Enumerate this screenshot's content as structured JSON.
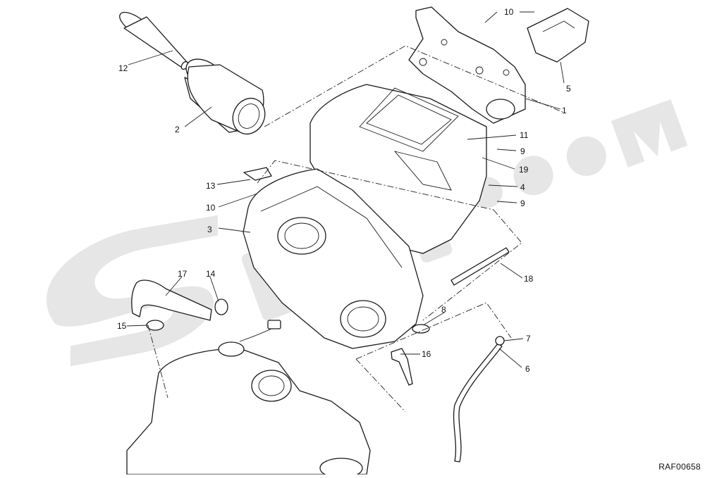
{
  "diagram": {
    "reference_code": "RAF00658",
    "callouts": [
      {
        "id": "c1",
        "label": "1"
      },
      {
        "id": "c2",
        "label": "2"
      },
      {
        "id": "c3",
        "label": "3"
      },
      {
        "id": "c4",
        "label": "4"
      },
      {
        "id": "c5",
        "label": "5"
      },
      {
        "id": "c6",
        "label": "6"
      },
      {
        "id": "c7",
        "label": "7"
      },
      {
        "id": "c8",
        "label": "8"
      },
      {
        "id": "c9a",
        "label": "9"
      },
      {
        "id": "c9b",
        "label": "9"
      },
      {
        "id": "c10a",
        "label": "10"
      },
      {
        "id": "c10b",
        "label": "10"
      },
      {
        "id": "c11",
        "label": "11"
      },
      {
        "id": "c12",
        "label": "12"
      },
      {
        "id": "c13",
        "label": "13"
      },
      {
        "id": "c14",
        "label": "14"
      },
      {
        "id": "c15",
        "label": "15"
      },
      {
        "id": "c16",
        "label": "16"
      },
      {
        "id": "c17",
        "label": "17"
      },
      {
        "id": "c18",
        "label": "18"
      },
      {
        "id": "c19",
        "label": "19"
      }
    ]
  }
}
